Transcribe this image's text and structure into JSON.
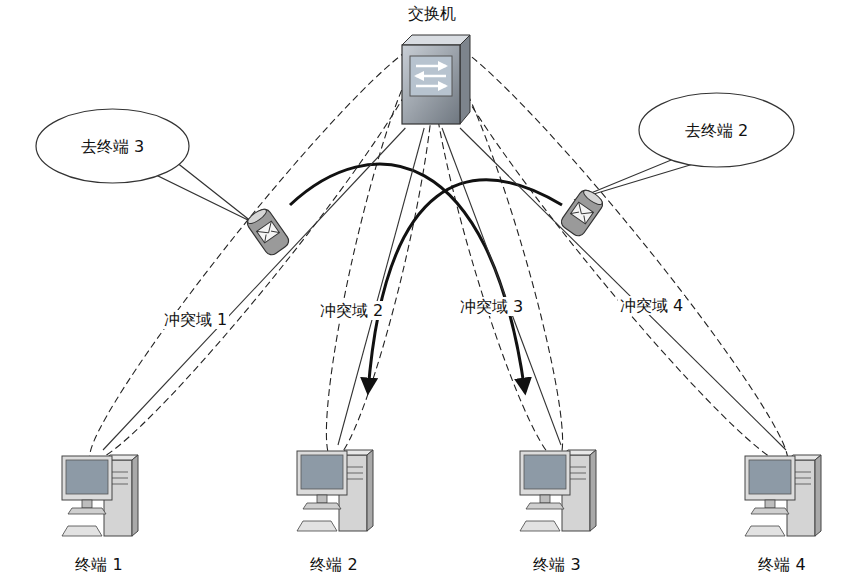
{
  "diagram": {
    "nodes": [
      {
        "text": [
          "交换机"
        ]
      },
      {
        "text": [
          "去终端 3"
        ]
      },
      {
        "text": [
          "去终端 2"
        ]
      },
      {
        "text": [
          "终端 1"
        ]
      },
      {
        "text": [
          "终端 2"
        ]
      },
      {
        "text": [
          "终端 3"
        ]
      },
      {
        "text": [
          "终端 4"
        ]
      }
    ],
    "edges": [
      {
        "from": 0,
        "to": 3,
        "arrow": "none"
      },
      {
        "from": 0,
        "to": 4,
        "arrow": "none"
      },
      {
        "from": 0,
        "to": 5,
        "arrow": "none"
      },
      {
        "from": 0,
        "to": 6,
        "arrow": "none"
      }
    ],
    "labels": [
      "冲突域 1",
      "冲突域 2",
      "冲突域 3",
      "冲突域 4"
    ]
  }
}
